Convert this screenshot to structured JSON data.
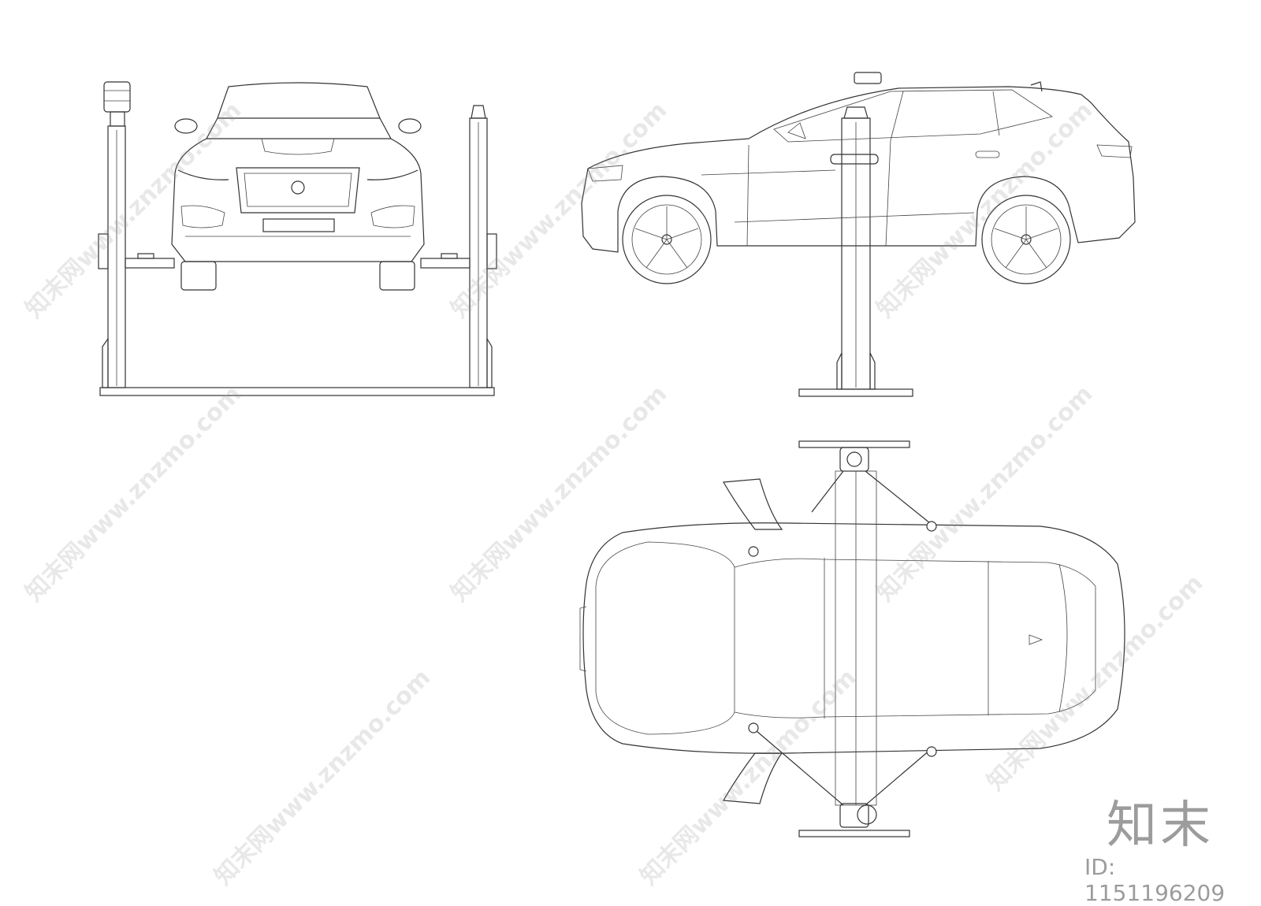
{
  "watermark": {
    "text": "知末网www.znzmo.com"
  },
  "brand": {
    "name": "知末",
    "asset_id": "ID: 1151196209"
  },
  "colors": {
    "line": "#333333",
    "watermark": "#969696",
    "background": "#ffffff"
  },
  "views": [
    {
      "name": "front-view"
    },
    {
      "name": "side-view"
    },
    {
      "name": "top-view"
    }
  ]
}
